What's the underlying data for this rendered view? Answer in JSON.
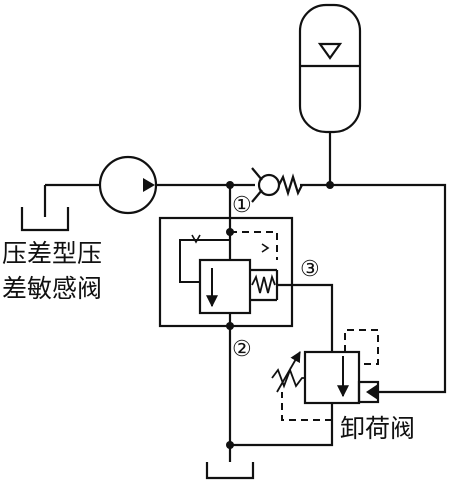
{
  "labels": {
    "sensing_valve_line1": "压差型压",
    "sensing_valve_line2": "差敏感阀",
    "unloading_valve": "卸荷阀"
  },
  "markers": {
    "m1": "①",
    "m2": "②",
    "m3": "③"
  },
  "colors": {
    "line": "#111111",
    "background": "#ffffff"
  }
}
